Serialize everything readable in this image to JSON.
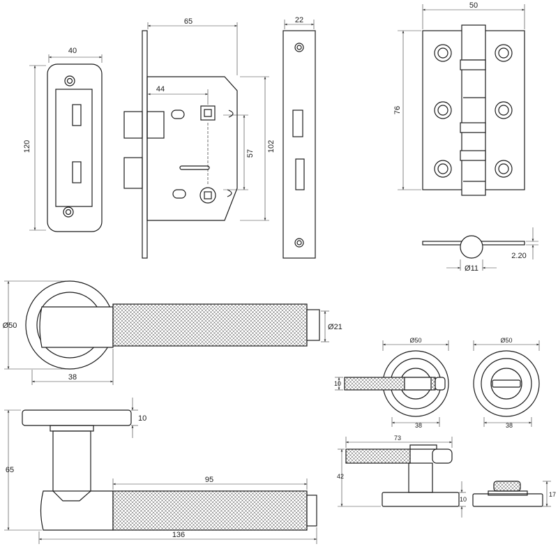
{
  "dimensions": {
    "strike_width": "40",
    "strike_height": "120",
    "latch_depth": "65",
    "latch_backset": "44",
    "latch_centres": "57",
    "latch_height": "102",
    "forend_width": "22",
    "hinge_width": "50",
    "hinge_height": "76",
    "knuckle_dia": "11",
    "leaf_thickness": "2.20",
    "rose_dia": "50",
    "lever_dia": "21",
    "rose_to_lever": "38",
    "rose_thickness": "10",
    "projection": "65",
    "grip_length": "95",
    "lever_length": "136",
    "small_rose_dia_a": "50",
    "small_rose_dia_b": "50",
    "small_lever_dia": "10",
    "small_offset_a": "38",
    "small_offset_b": "38",
    "small_lever_length": "73",
    "small_projection": "42",
    "small_rose_thickness": "10",
    "turn_height": "17"
  },
  "symbols": {
    "diameter": "Ø"
  }
}
